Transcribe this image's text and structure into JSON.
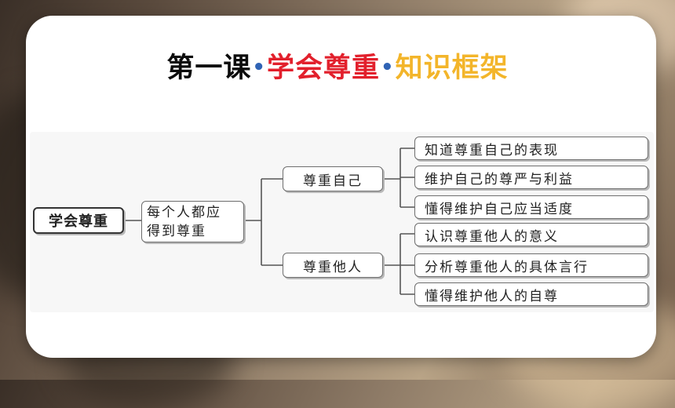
{
  "slide": {
    "title_part1": "第一课",
    "title_sep": "•",
    "title_part2": "学会尊重",
    "title_part3": "知识框架"
  },
  "diagram": {
    "root": "学会尊重",
    "level1": "每个人都应\n得到尊重",
    "branches": [
      {
        "label": "尊重自己",
        "leaves": [
          "知道尊重自己的表现",
          "维护自己的尊严与利益",
          "懂得维护自己应当适度"
        ]
      },
      {
        "label": "尊重他人",
        "leaves": [
          "认识尊重他人的意义",
          "分析尊重他人的具体言行",
          "懂得维护他人的自尊"
        ]
      }
    ]
  }
}
